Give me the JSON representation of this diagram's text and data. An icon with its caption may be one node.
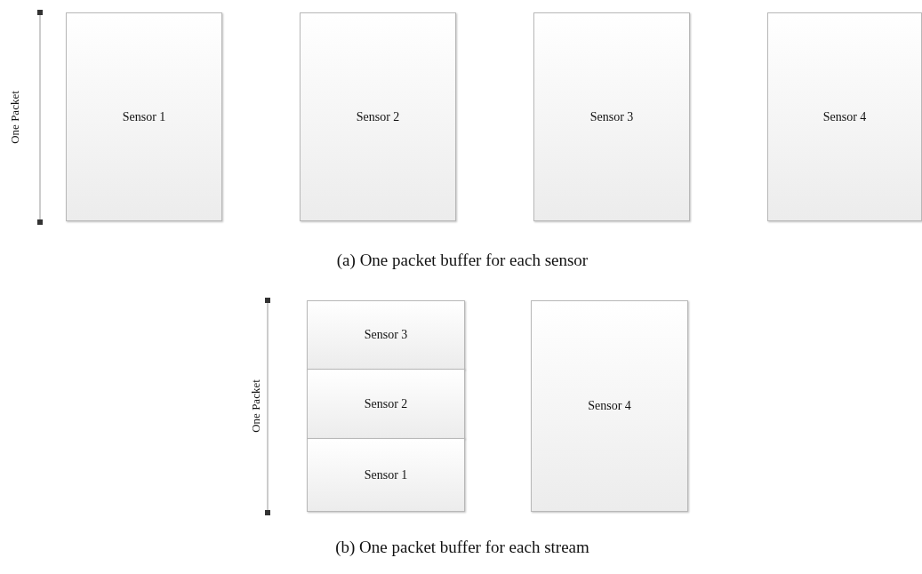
{
  "diagram": {
    "nodes": [
      {
        "text": [
          "Sensor 1"
        ]
      },
      {
        "text": [
          "Sensor 2"
        ]
      },
      {
        "text": [
          "Sensor 3"
        ]
      },
      {
        "text": [
          "Sensor 4"
        ]
      },
      {
        "text": [
          "Sensor 3"
        ]
      },
      {
        "text": [
          "Sensor 2"
        ]
      },
      {
        "text": [
          "Sensor 1"
        ]
      },
      {
        "text": [
          "Sensor 4"
        ]
      }
    ],
    "labels": [
      "One Packet",
      "(a) One packet buffer for each sensor",
      "One Packet",
      "(b) One packet buffer for each stream"
    ]
  }
}
